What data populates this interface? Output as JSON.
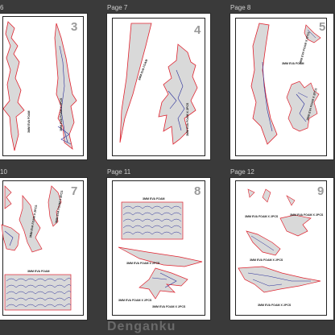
{
  "pages": [
    {
      "label": "6",
      "number": "3",
      "parts": [
        "3MM EVA FOAM",
        "3MM EVA FOAM X 2PCS"
      ]
    },
    {
      "label": "Page 7",
      "number": "4",
      "parts": [
        "3MM EVA FOAM",
        "3MM EVA FOAM X 2PCS"
      ]
    },
    {
      "label": "Page 8",
      "number": "5",
      "parts": [
        "3MM EVA FOAM X 2PCS",
        "3MM EVA FOAM X 2PCS",
        "3MM EVA FOAM"
      ]
    },
    {
      "label": "10",
      "number": "7",
      "parts": [
        "3MM EVA FOAM X 2PCS",
        "3MM EVA FOAM X 2PCS",
        "3MM EVA FOAM"
      ]
    },
    {
      "label": "Page 11",
      "number": "8",
      "parts": [
        "3MM EVA FOAM",
        "3MM EVA FOAM X 2PCS",
        "3MM EVA FOAM X 2PCS",
        "3MM EVA FOAM X 2PCS"
      ]
    },
    {
      "label": "Page 12",
      "number": "9",
      "parts": [
        "3MM EVA FOAM X 2PCS",
        "3MM EVA FOAM X 2PCS",
        "3MM EVA FOAM X 2PCS",
        "3MM EVA FOAM X 2PCS"
      ]
    }
  ],
  "watermark": "Denganku",
  "colors": {
    "background": "#3a3a3a",
    "paper": "#ffffff",
    "fill": "#d9d9d9",
    "outline_red": "#e0222e",
    "outline_blue": "#2a2f9a"
  }
}
